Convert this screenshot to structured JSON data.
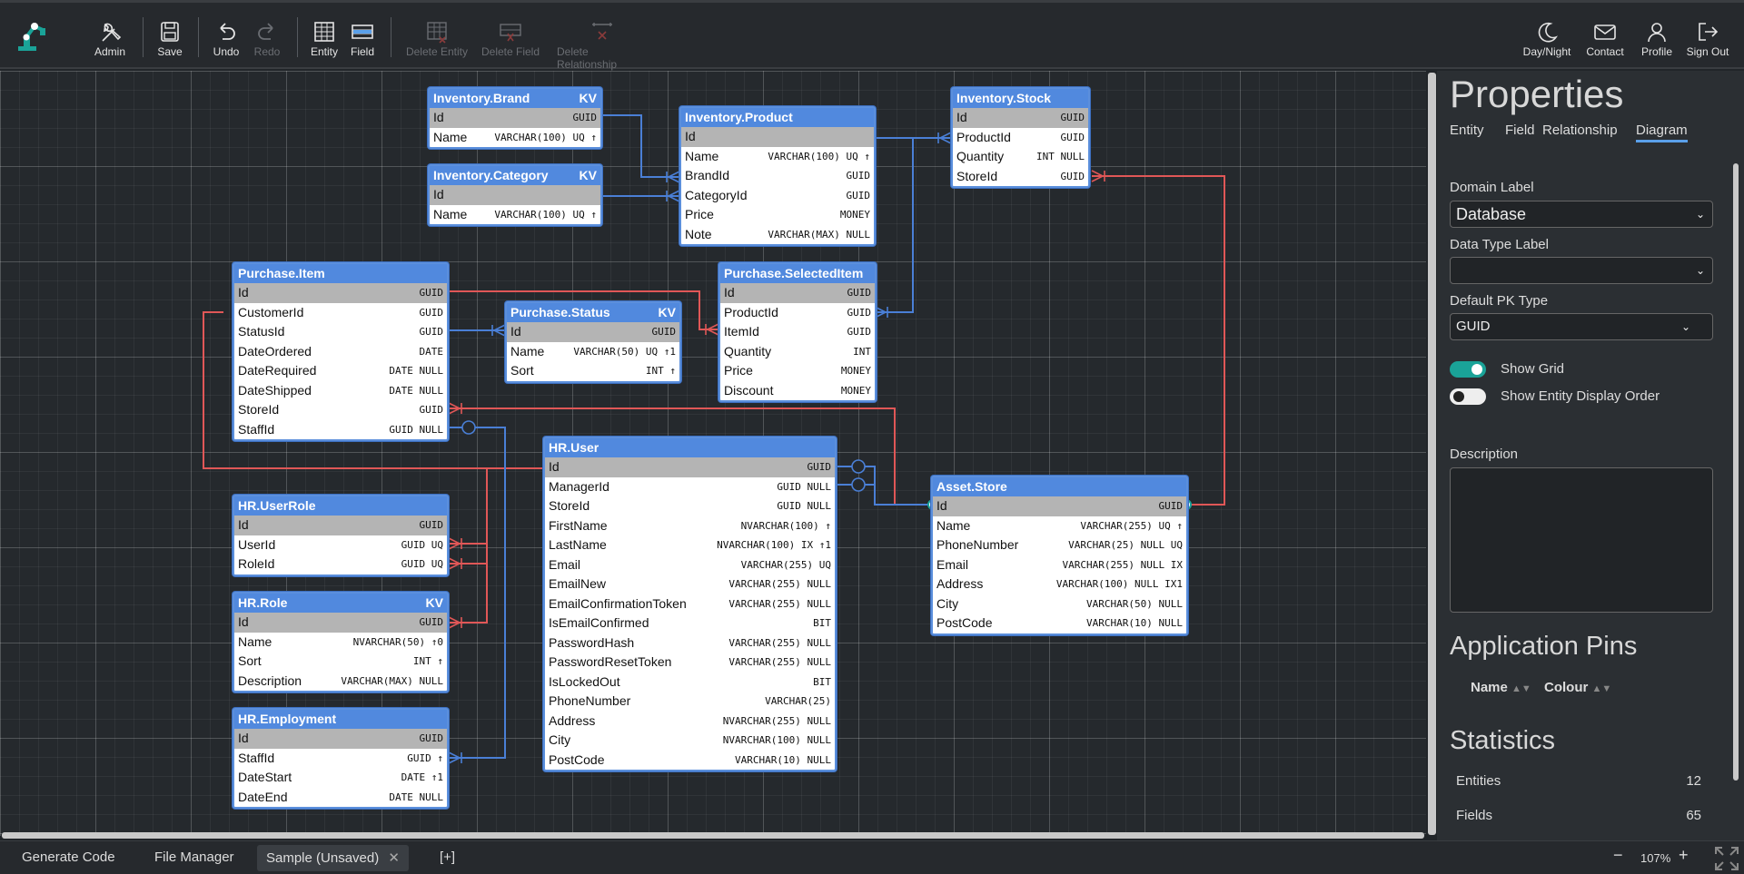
{
  "toolbar": {
    "items": [
      {
        "label": "Admin",
        "icon": "tools-icon"
      },
      {
        "label": "Save",
        "icon": "floppy-icon"
      },
      {
        "label": "Undo",
        "icon": "undo-icon"
      },
      {
        "label": "Redo",
        "icon": "redo-icon"
      },
      {
        "label": "Entity",
        "icon": "table-icon"
      },
      {
        "label": "Field",
        "icon": "field-icon"
      },
      {
        "label": "Delete Entity",
        "icon": "delete-entity-icon"
      },
      {
        "label": "Delete Field",
        "icon": "delete-field-icon"
      },
      {
        "label": "Delete Relationship",
        "icon": "delete-relationship-icon"
      },
      {
        "label": "Day/Night",
        "icon": "moon-icon"
      },
      {
        "label": "Contact",
        "icon": "envelope-icon"
      },
      {
        "label": "Profile",
        "icon": "user-icon"
      },
      {
        "label": "Sign Out",
        "icon": "sign-out-icon"
      }
    ]
  },
  "entities": [
    {
      "name": "Inventory.Brand",
      "tag": "KV",
      "fields": [
        [
          "Id",
          "GUID"
        ],
        [
          "Name",
          "VARCHAR(100) UQ ↑"
        ]
      ]
    },
    {
      "name": "Inventory.Category",
      "tag": "KV",
      "fields": [
        [
          "Id",
          ""
        ],
        [
          "Name",
          "VARCHAR(100) UQ ↑"
        ]
      ]
    },
    {
      "name": "Inventory.Product",
      "tag": "",
      "fields": [
        [
          "Id",
          ""
        ],
        [
          "Name",
          "VARCHAR(100) UQ ↑"
        ],
        [
          "BrandId",
          "GUID"
        ],
        [
          "CategoryId",
          "GUID"
        ],
        [
          "Price",
          "MONEY"
        ],
        [
          "Note",
          "VARCHAR(MAX) NULL"
        ]
      ]
    },
    {
      "name": "Inventory.Stock",
      "tag": "",
      "fields": [
        [
          "Id",
          "GUID"
        ],
        [
          "ProductId",
          "GUID"
        ],
        [
          "Quantity",
          "INT NULL"
        ],
        [
          "StoreId",
          "GUID"
        ]
      ]
    },
    {
      "name": "Purchase.Item",
      "tag": "",
      "fields": [
        [
          "Id",
          "GUID"
        ],
        [
          "CustomerId",
          "GUID"
        ],
        [
          "StatusId",
          "GUID"
        ],
        [
          "DateOrdered",
          "DATE"
        ],
        [
          "DateRequired",
          "DATE NULL"
        ],
        [
          "DateShipped",
          "DATE NULL"
        ],
        [
          "StoreId",
          "GUID"
        ],
        [
          "StaffId",
          "GUID NULL"
        ]
      ]
    },
    {
      "name": "Purchase.Status",
      "tag": "KV",
      "fields": [
        [
          "Id",
          "GUID"
        ],
        [
          "Name",
          "VARCHAR(50) UQ ↑1"
        ],
        [
          "Sort",
          "INT ↑"
        ]
      ]
    },
    {
      "name": "Purchase.SelectedItem",
      "tag": "",
      "fields": [
        [
          "Id",
          "GUID"
        ],
        [
          "ProductId",
          "GUID"
        ],
        [
          "ItemId",
          "GUID"
        ],
        [
          "Quantity",
          "INT"
        ],
        [
          "Price",
          "MONEY"
        ],
        [
          "Discount",
          "MONEY"
        ]
      ]
    },
    {
      "name": "HR.User",
      "tag": "",
      "fields": [
        [
          "Id",
          "GUID"
        ],
        [
          "ManagerId",
          "GUID NULL"
        ],
        [
          "StoreId",
          "GUID NULL"
        ],
        [
          "FirstName",
          "NVARCHAR(100) ↑"
        ],
        [
          "LastName",
          "NVARCHAR(100) IX ↑1"
        ],
        [
          "Email",
          "VARCHAR(255) UQ"
        ],
        [
          "EmailNew",
          "VARCHAR(255) NULL"
        ],
        [
          "EmailConfirmationToken",
          "VARCHAR(255) NULL"
        ],
        [
          "IsEmailConfirmed",
          "BIT"
        ],
        [
          "PasswordHash",
          "VARCHAR(255) NULL"
        ],
        [
          "PasswordResetToken",
          "VARCHAR(255) NULL"
        ],
        [
          "IsLockedOut",
          "BIT"
        ],
        [
          "PhoneNumber",
          "VARCHAR(25)"
        ],
        [
          "Address",
          "NVARCHAR(255) NULL"
        ],
        [
          "City",
          "NVARCHAR(100) NULL"
        ],
        [
          "PostCode",
          "VARCHAR(10) NULL"
        ]
      ]
    },
    {
      "name": "Asset.Store",
      "tag": "",
      "fields": [
        [
          "Id",
          "GUID"
        ],
        [
          "Name",
          "VARCHAR(255) UQ ↑"
        ],
        [
          "PhoneNumber",
          "VARCHAR(25) NULL UQ"
        ],
        [
          "Email",
          "VARCHAR(255) NULL IX"
        ],
        [
          "Address",
          "VARCHAR(100) NULL IX1"
        ],
        [
          "City",
          "VARCHAR(50) NULL"
        ],
        [
          "PostCode",
          "VARCHAR(10) NULL"
        ]
      ]
    },
    {
      "name": "HR.UserRole",
      "tag": "",
      "fields": [
        [
          "Id",
          "GUID"
        ],
        [
          "UserId",
          "GUID UQ"
        ],
        [
          "RoleId",
          "GUID UQ"
        ]
      ]
    },
    {
      "name": "HR.Role",
      "tag": "KV",
      "fields": [
        [
          "Id",
          "GUID"
        ],
        [
          "Name",
          "NVARCHAR(50) ↑0"
        ],
        [
          "Sort",
          "INT ↑"
        ],
        [
          "Description",
          "VARCHAR(MAX) NULL"
        ]
      ]
    },
    {
      "name": "HR.Employment",
      "tag": "",
      "fields": [
        [
          "Id",
          "GUID"
        ],
        [
          "StaffId",
          "GUID ↑"
        ],
        [
          "DateStart",
          "DATE ↑1"
        ],
        [
          "DateEnd",
          "DATE NULL"
        ]
      ]
    }
  ],
  "colors": {
    "blue_rel": "#4a7fd6",
    "red_rel": "#e05757",
    "header": "#5189de",
    "accent": "#1aa398"
  },
  "panel": {
    "title": "Properties",
    "tabs": [
      "Entity",
      "Field",
      "Relationship",
      "Diagram"
    ],
    "domain_label": "Domain Label",
    "domain_value": "Database",
    "datatype_label": "Data Type Label",
    "datatype_value": "",
    "pk_label": "Default PK Type",
    "pk_value": "GUID",
    "show_grid": "Show Grid",
    "show_order": "Show Entity Display Order",
    "show_grid_on": true,
    "show_order_on": false,
    "description_label": "Description",
    "pins_title": "Application Pins",
    "pins_name": "Name",
    "pins_colour": "Colour",
    "stats_title": "Statistics",
    "stats": [
      [
        "Entities",
        "12"
      ],
      [
        "Fields",
        "65"
      ]
    ]
  },
  "bottom": {
    "gen": "Generate Code",
    "file": "File Manager",
    "tab": "Sample (Unsaved)",
    "add": "[+]",
    "zoom": "107%"
  }
}
